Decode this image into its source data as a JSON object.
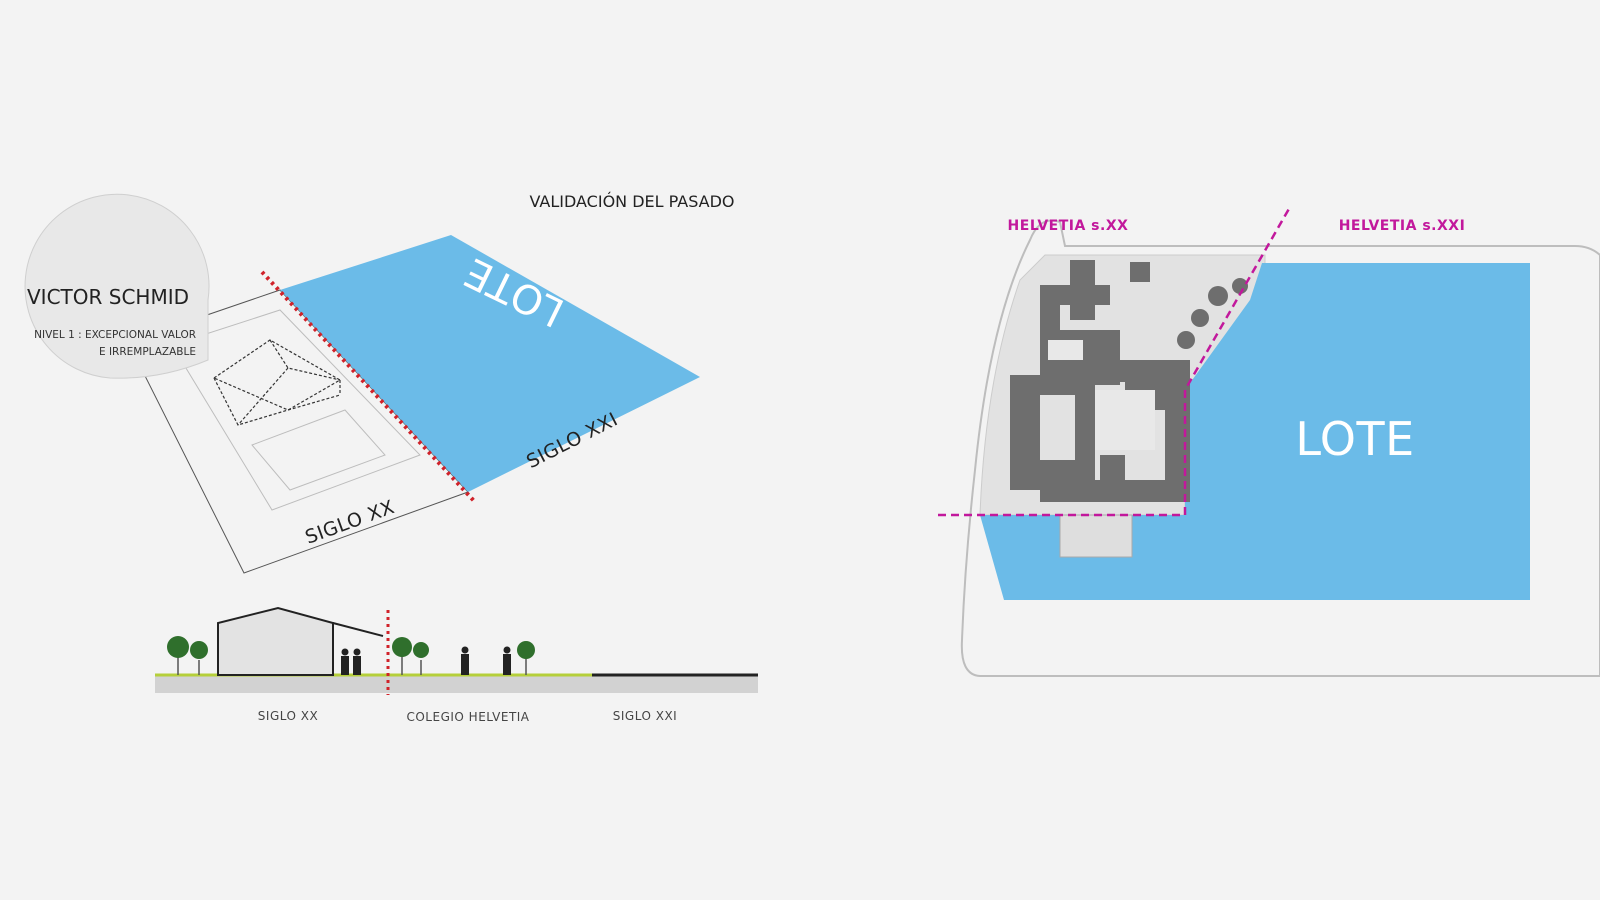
{
  "title": "VALIDACIÓN DEL PASADO",
  "callout": {
    "name": "VICTOR SCHMID",
    "note_line1": "NIVEL 1 : EXCEPCIONAL VALOR",
    "note_line2": "E IRREMPLAZABLE"
  },
  "axonometric": {
    "lote_label": "LOTE",
    "siglo_xx_label": "SIGLO XX",
    "siglo_xxi_label": "SIGLO XXI"
  },
  "section": {
    "labels": [
      "SIGLO XX",
      "COLEGIO HELVETIA",
      "SIGLO XXI"
    ]
  },
  "site_plan": {
    "helvetia_xx": "HELVETIA s.XX",
    "helvetia_xxi": "HELVETIA s.XXI",
    "lote_label": "LOTE"
  },
  "colors": {
    "background": "#f3f3f3",
    "lote_blue": "#6bbbe8",
    "divider_red": "#d0222a",
    "boundary_magenta": "#c2189c",
    "building_gray": "#6e6e6e",
    "ground_green": "#b5cf3a"
  }
}
